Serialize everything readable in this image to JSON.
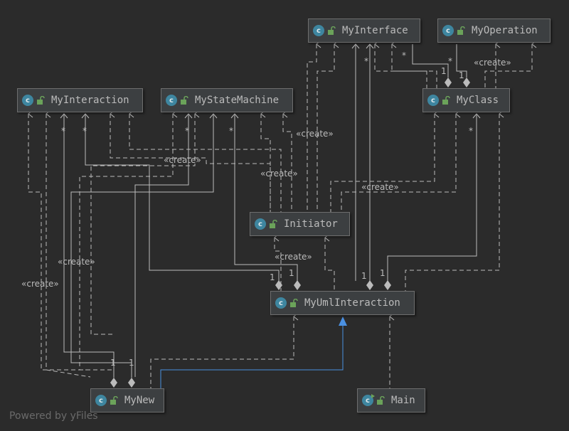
{
  "colors": {
    "background": "#2b2b2b",
    "node_fill": "#3c3f41",
    "line": "#bbbbbb",
    "inheritance": "#4a90e2",
    "class_icon": "#3e86a0",
    "lock_icon": "#6ba35a"
  },
  "nodes": {
    "my_interface": {
      "label": "MyInterface",
      "icon": "class-icon"
    },
    "my_operation": {
      "label": "MyOperation",
      "icon": "class-icon"
    },
    "my_interaction": {
      "label": "MyInteraction",
      "icon": "class-icon"
    },
    "my_state_machine": {
      "label": "MyStateMachine",
      "icon": "class-icon"
    },
    "my_class": {
      "label": "MyClass",
      "icon": "class-icon"
    },
    "initiator": {
      "label": "Initiator",
      "icon": "class-icon"
    },
    "my_uml_interaction": {
      "label": "MyUmlInteraction",
      "icon": "class-icon"
    },
    "my_new": {
      "label": "MyNew",
      "icon": "class-icon"
    },
    "main": {
      "label": "Main",
      "icon": "main-class-icon"
    }
  },
  "class_icon_letter": "c",
  "edge_labels": {
    "create": "«create»",
    "many": "*",
    "one": "1"
  },
  "watermark": "Powered by yFiles"
}
